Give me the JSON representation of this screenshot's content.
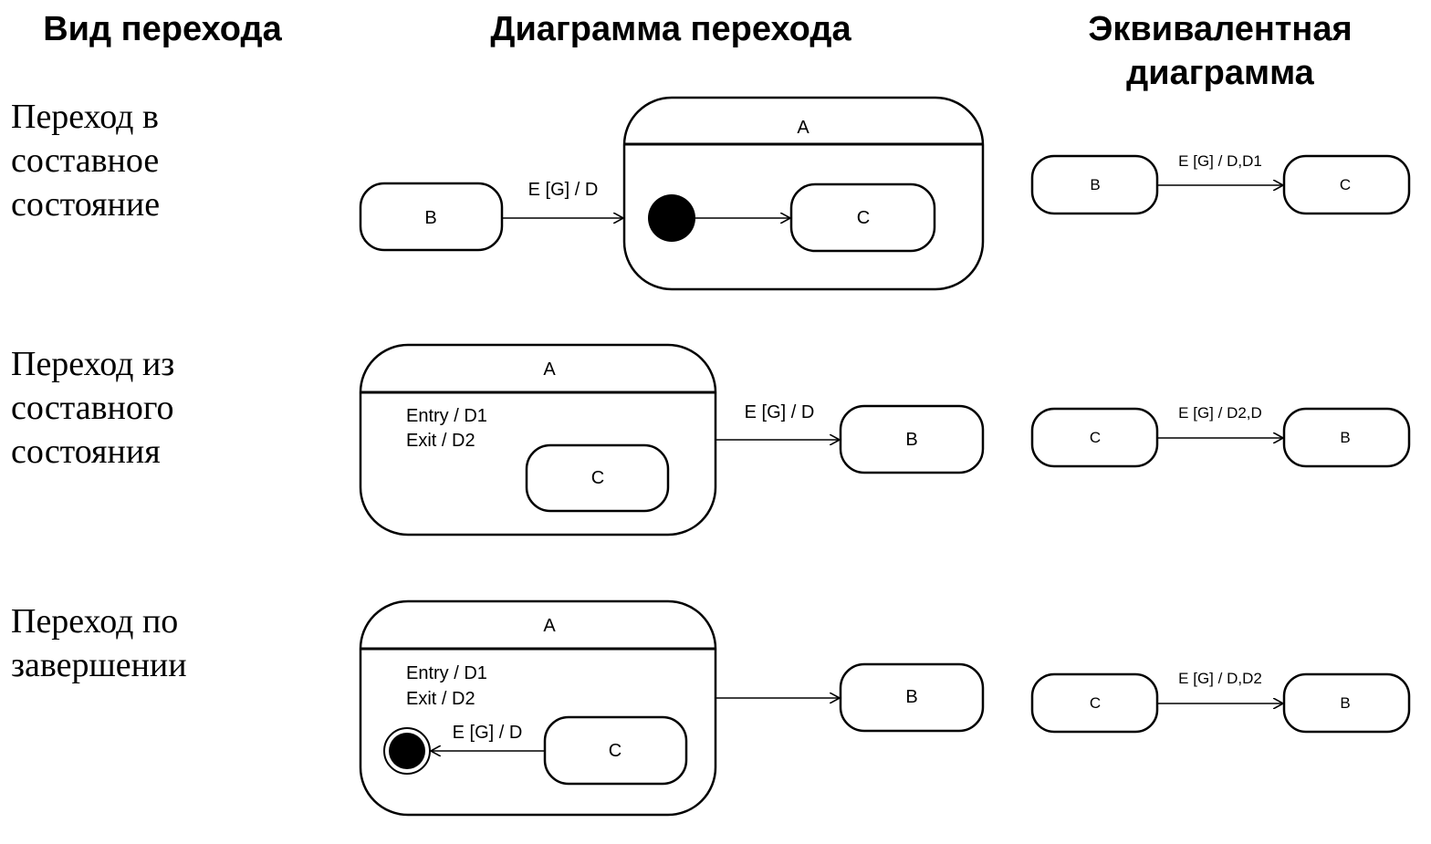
{
  "headers": {
    "col1": "Вид перехода",
    "col2": "Диаграмма перехода",
    "col3_line1": "Эквивалентная",
    "col3_line2": "диаграмма"
  },
  "rows": [
    {
      "label_lines": [
        "Переход в",
        "составное",
        "состояние"
      ],
      "diagram": {
        "composite": "A",
        "source": "B",
        "inner": "C",
        "transition": "E [G] / D"
      },
      "equivalent": {
        "from": "B",
        "to": "C",
        "label": "E [G] / D,D1"
      }
    },
    {
      "label_lines": [
        "Переход из",
        "составного",
        "состояния"
      ],
      "diagram": {
        "composite": "A",
        "entry": "Entry / D1",
        "exit": "Exit / D2",
        "inner": "C",
        "target": "B",
        "transition": "E [G] / D"
      },
      "equivalent": {
        "from": "C",
        "to": "B",
        "label": "E [G] / D2,D"
      }
    },
    {
      "label_lines": [
        "Переход по",
        "завершении"
      ],
      "diagram": {
        "composite": "A",
        "entry": "Entry / D1",
        "exit": "Exit / D2",
        "inner": "C",
        "target": "B",
        "inner_transition": "E [G] / D"
      },
      "equivalent": {
        "from": "C",
        "to": "B",
        "label": "E [G] / D,D2"
      }
    }
  ]
}
